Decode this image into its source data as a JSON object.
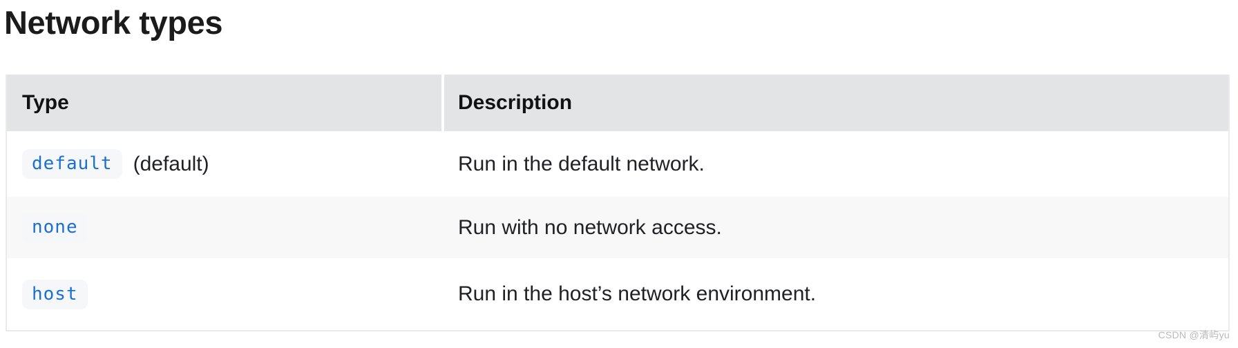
{
  "page": {
    "title": "Network types",
    "watermark": "CSDN @清屿yu"
  },
  "table": {
    "columns": {
      "type": "Type",
      "description": "Description"
    },
    "rows": [
      {
        "code": "default",
        "suffix": "(default)",
        "description": "Run in the default network."
      },
      {
        "code": "none",
        "suffix": "",
        "description": "Run with no network access."
      },
      {
        "code": "host",
        "suffix": "",
        "description": "Run in the host’s network environment."
      }
    ]
  },
  "colors": {
    "code_text": "#1a6fd2",
    "code_chip_bg": "#f6f7f9",
    "header_bg": "#e3e4e6",
    "zebra_row_bg": "#f8f8f9",
    "table_border": "#e9eaec",
    "body_text": "#202124",
    "watermark_text": "#b9babc"
  }
}
